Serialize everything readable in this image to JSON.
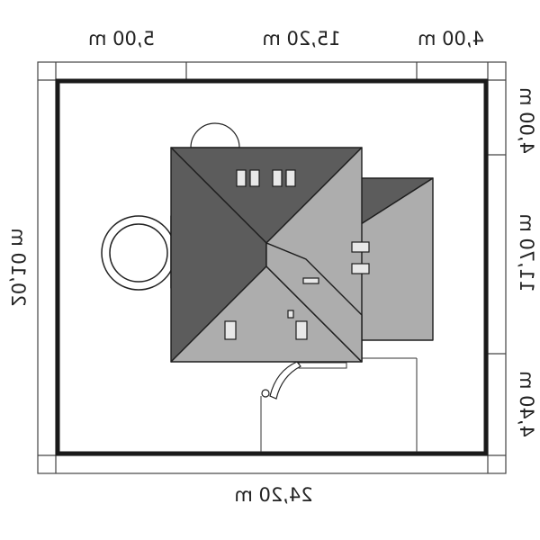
{
  "dimensions": {
    "top_left": "5,00 m",
    "top_center": "15,20 m",
    "top_right": "4,00 m",
    "bottom_total": "24,20 m",
    "left_total": "20,10 m",
    "right_top": "4,00 m",
    "right_middle": "11,70 m",
    "right_bottom": "4,40 m"
  },
  "colors": {
    "background": "#ffffff",
    "plot_border": "#1a1a1a",
    "roof_dark": "#5c5c5c",
    "roof_light": "#adadad",
    "roof_edge": "#1e1e1e",
    "window": "#e8e8e8",
    "thin_line": "#333333"
  }
}
